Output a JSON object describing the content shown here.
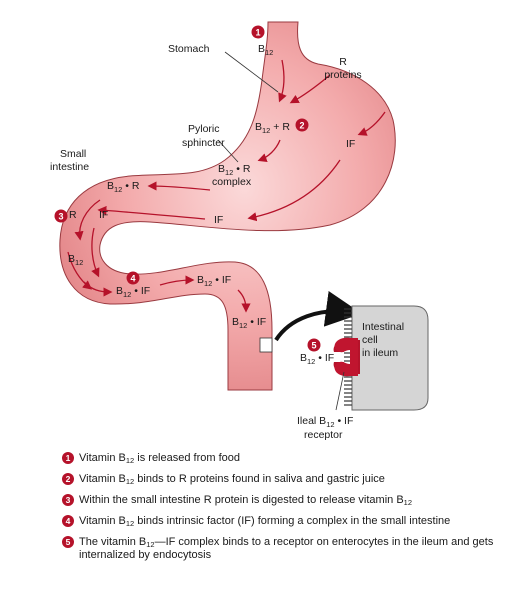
{
  "labels": {
    "stomach": "Stomach",
    "pyloric_line1": "Pyloric",
    "pyloric_line2": "sphincter",
    "small_line1": "Small",
    "small_line2": "intestine",
    "b12": "B",
    "b12_sub": "12",
    "r_line1": "R",
    "r_line2": "proteins",
    "b12_plus_r": " + R",
    "if": "IF",
    "r": "R",
    "dot_r_line1": " • R",
    "complex": "complex",
    "dot_r": " • R",
    "dot_if": " • IF",
    "cell_line1": "Intestinal",
    "cell_line2": "cell",
    "cell_line3": "in ileum",
    "receptor_line1_a": "Ileal B",
    "receptor_line1_b": " • IF",
    "receptor_line2": "receptor"
  },
  "badges": [
    "1",
    "2",
    "3",
    "4",
    "5"
  ],
  "legend": [
    {
      "num": "1",
      "a": "Vitamin B",
      "sub": "12",
      "b": " is released from food"
    },
    {
      "num": "2",
      "a": "Vitamin B",
      "sub": "12",
      "b": " binds to R proteins found in saliva and gastric juice"
    },
    {
      "num": "3",
      "a": "Within the small intestine R protein is digested to release vitamin B",
      "sub": "12",
      "b": ""
    },
    {
      "num": "4",
      "a": "Vitamin B",
      "sub": "12",
      "b": " binds intrinsic factor (IF) forming a complex in the small intestine"
    },
    {
      "num": "5",
      "a": "The vitamin B",
      "sub": "12",
      "b": "—IF complex binds to a receptor on enterocytes in the ileum and gets internalized by endocytosis"
    }
  ],
  "colors": {
    "badge": "#b5122a",
    "arrow": "#b5122a",
    "stomach_fill": "#e98b8d",
    "stomach_light": "#f7c6c6",
    "outline": "#8a2a30",
    "cell_fill": "#d4d4d4"
  }
}
